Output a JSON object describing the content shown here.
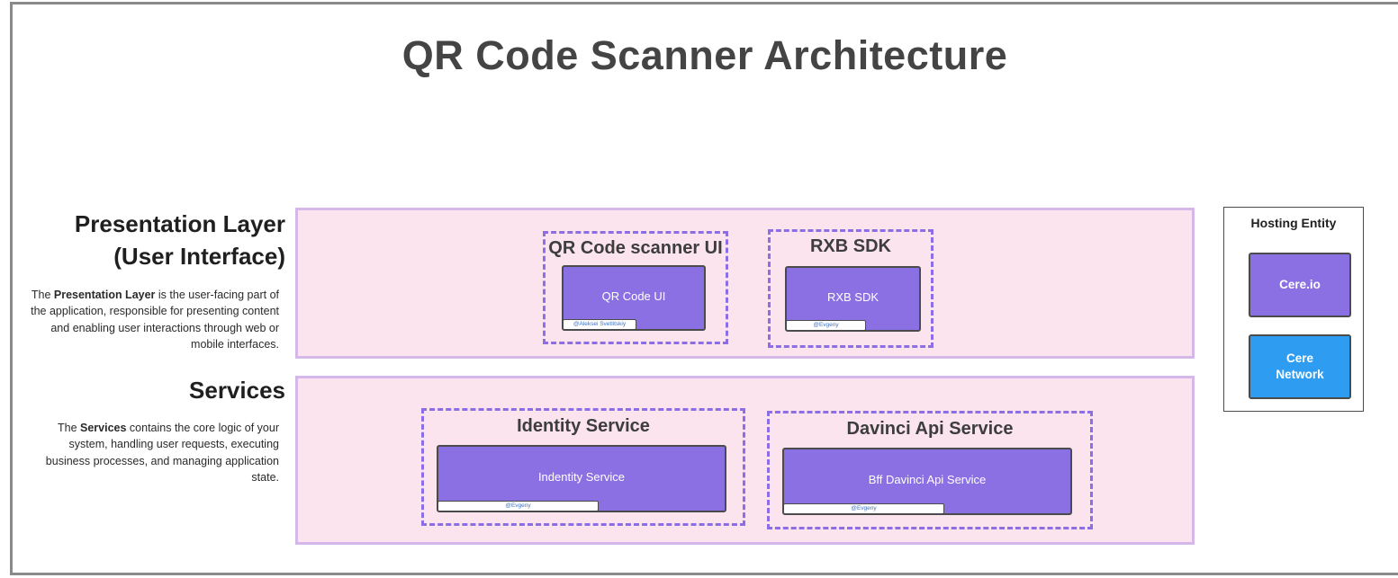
{
  "title": "QR Code Scanner Architecture",
  "layers": {
    "presentation": {
      "heading_line1": "Presentation Layer",
      "heading_line2": "(User Interface)",
      "desc_pre": "The ",
      "desc_bold": "Presentation Layer",
      "desc_post": "  is the user-facing part of the application, responsible for presenting content and enabling user interactions through web or mobile interfaces."
    },
    "services": {
      "heading": "Services",
      "desc_pre": "The ",
      "desc_bold": "Services",
      "desc_post": " contains the core logic of your system, handling user requests, executing business processes, and managing application state."
    }
  },
  "groups": {
    "qr_scanner": {
      "title": "QR Code scanner UI",
      "component": "QR Code UI",
      "owner": "@Aleksei Svetlitskiy"
    },
    "rxb_sdk": {
      "title": "RXB SDK",
      "component": "RXB SDK",
      "owner": "@Evgeny"
    },
    "identity": {
      "title": "Identity Service",
      "component": "Indentity Service",
      "owner": "@Evgeny"
    },
    "davinci": {
      "title": "Davinci Api Service",
      "component": "Bff Davinci Api Service",
      "owner": "@Evgeny"
    }
  },
  "legend": {
    "title": "Hosting Entity",
    "items": [
      {
        "label": "Cere.io",
        "color": "#8b70e4"
      },
      {
        "label": "Cere Network",
        "color": "#2e9cf0"
      }
    ]
  },
  "colors": {
    "band_fill": "#fbe4ee",
    "band_border": "#d5b8ea",
    "group_border": "#8c6ee5",
    "component_fill": "#8b70e4",
    "owner_text": "#3a73c9"
  }
}
